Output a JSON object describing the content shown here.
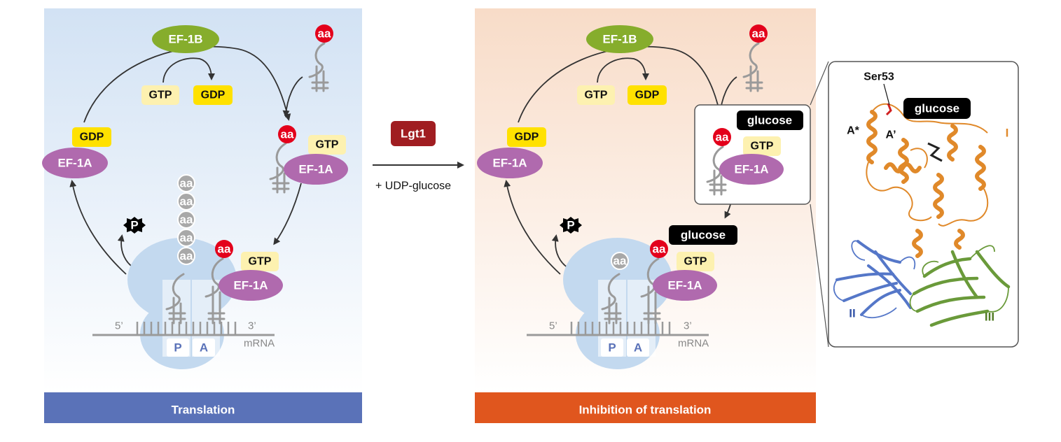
{
  "panels": {
    "left": {
      "footer": "Translation"
    },
    "right": {
      "footer": "Inhibition of translation"
    }
  },
  "labels": {
    "ef1b": "EF-1B",
    "ef1a": "EF-1A",
    "gtp": "GTP",
    "gdp": "GDP",
    "aa": "aa",
    "phosphate": "P",
    "glucose": "glucose",
    "five_prime": "5’",
    "three_prime": "3’",
    "mrna": "mRNA",
    "site_p": "P",
    "site_a": "A"
  },
  "middle": {
    "enzyme": "Lgt1",
    "cosubstrate": "+ UDP-glucose"
  },
  "inset": {
    "residue": "Ser53",
    "glucose": "glucose",
    "helix_a_star": "A*",
    "helix_a_prime": "A’",
    "domain_1": "I",
    "domain_2": "II",
    "domain_3": "III"
  },
  "colors": {
    "left_footer": "#5a72b8",
    "right_footer": "#e0561e",
    "ef1a": "#b06aae",
    "ef1b": "#86ad2c",
    "gtp": "#fdf1b0",
    "gdp": "#ffe100",
    "aa": "#e3001b",
    "lgt1": "#a01d21",
    "ribosome": "#c3d9ef",
    "domain_1": "#e0892a",
    "domain_2": "#5577c8",
    "domain_3": "#6a9a3a"
  }
}
